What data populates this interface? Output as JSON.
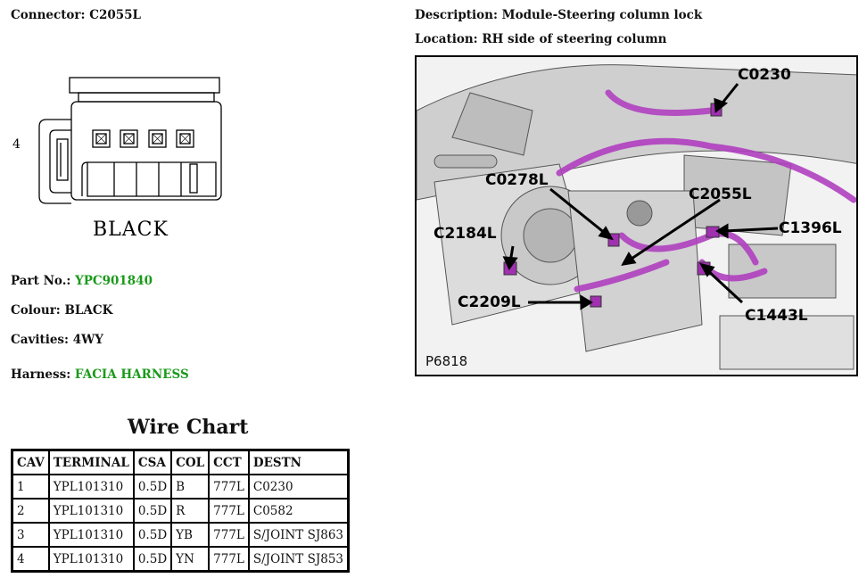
{
  "connector": {
    "label": "Connector:",
    "value": "C2055L"
  },
  "description": {
    "label": "Description:",
    "value": "Module-Steering column lock"
  },
  "location": {
    "label": "Location:",
    "value": "RH side of steering column"
  },
  "diagram": {
    "cavity_number": "4",
    "color_text": "BLACK"
  },
  "part_no": {
    "label": "Part No.:",
    "value": "YPC901840"
  },
  "colour": {
    "label": "Colour:",
    "value": "BLACK"
  },
  "cavities": {
    "label": "Cavities:",
    "value": "4WY"
  },
  "harness": {
    "label": "Harness:",
    "value": "FACIA HARNESS"
  },
  "wire_chart": {
    "title": "Wire Chart",
    "headers": [
      "CAV",
      "TERMINAL",
      "CSA",
      "COL",
      "CCT",
      "DESTN"
    ],
    "rows": [
      [
        "1",
        "YPL101310",
        "0.5D",
        "B",
        "777L",
        "C0230"
      ],
      [
        "2",
        "YPL101310",
        "0.5D",
        "R",
        "777L",
        "C0582"
      ],
      [
        "3",
        "YPL101310",
        "0.5D",
        "YB",
        "777L",
        "S/JOINT SJ863"
      ],
      [
        "4",
        "YPL101310",
        "0.5D",
        "YN",
        "777L",
        "S/JOINT SJ853"
      ]
    ]
  },
  "photo": {
    "id": "P6818",
    "callouts": [
      "C0230",
      "C0278L",
      "C2055L",
      "C1396L",
      "C2184L",
      "C2209L",
      "C1443L"
    ]
  },
  "colors": {
    "harness_highlight": "#b040c0",
    "green_text": "#1a9a1a"
  }
}
